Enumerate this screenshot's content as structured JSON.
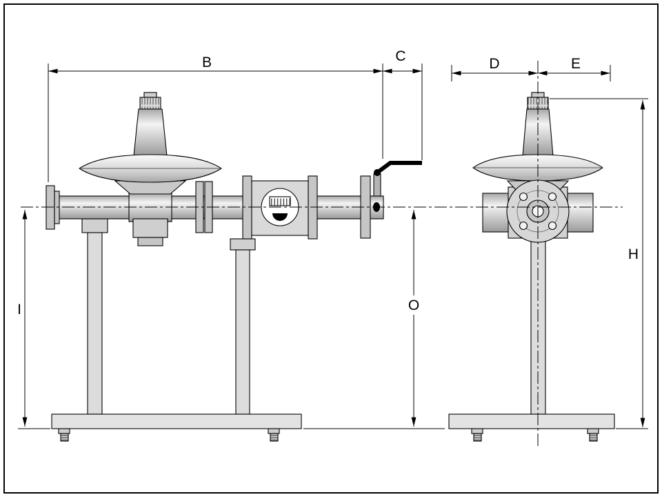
{
  "drawing": {
    "subject": "Regulator and meter pipeline assembly, two-view dimensional outline drawing",
    "colors": {
      "line": "#000000",
      "background": "#ffffff",
      "metal_light": "#d9d9d9",
      "metal_dark": "#9a9a9a"
    },
    "dimensions": {
      "b": "B",
      "c": "C",
      "d": "D",
      "e": "E",
      "h": "H",
      "i": "I",
      "o": "O"
    }
  }
}
